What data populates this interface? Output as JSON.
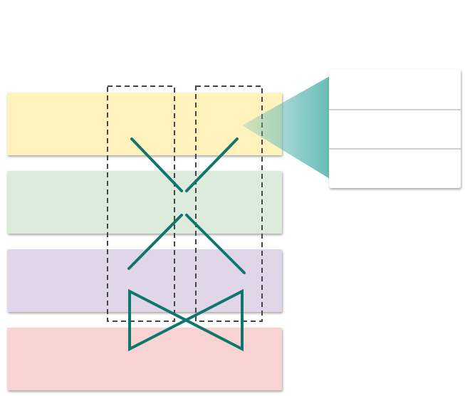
{
  "diagram": {
    "bands": [
      {
        "id": "band-1",
        "color": "#fff2bd"
      },
      {
        "id": "band-2",
        "color": "#dcebdc"
      },
      {
        "id": "band-3",
        "color": "#e0d6e7"
      },
      {
        "id": "band-4",
        "color": "#f7d3d3"
      }
    ],
    "connector_color": "#0f766e",
    "dashed_color": "#444444",
    "callout": {
      "rows": 3,
      "color_fill": "#ffffff",
      "beam_color": "#5fb9b3"
    }
  }
}
